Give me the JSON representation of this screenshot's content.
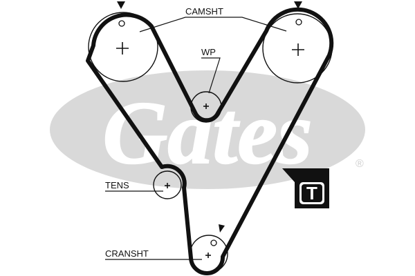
{
  "labels": {
    "camshaft": "CAMSHT",
    "water_pump": "WP",
    "tensioner": "TENS",
    "crankshaft": "CRANSHT"
  },
  "tension_badge": "T",
  "watermark": {
    "brand": "Gates",
    "registered_mark": "®"
  },
  "colors": {
    "line": "#111111",
    "watermark": "#d9d9d9",
    "badge_background": "#111111",
    "badge_text": "#ffffff"
  },
  "icons": [
    "timing-mark-arrow",
    "pulley-center-cross",
    "timing-mark-ring"
  ]
}
